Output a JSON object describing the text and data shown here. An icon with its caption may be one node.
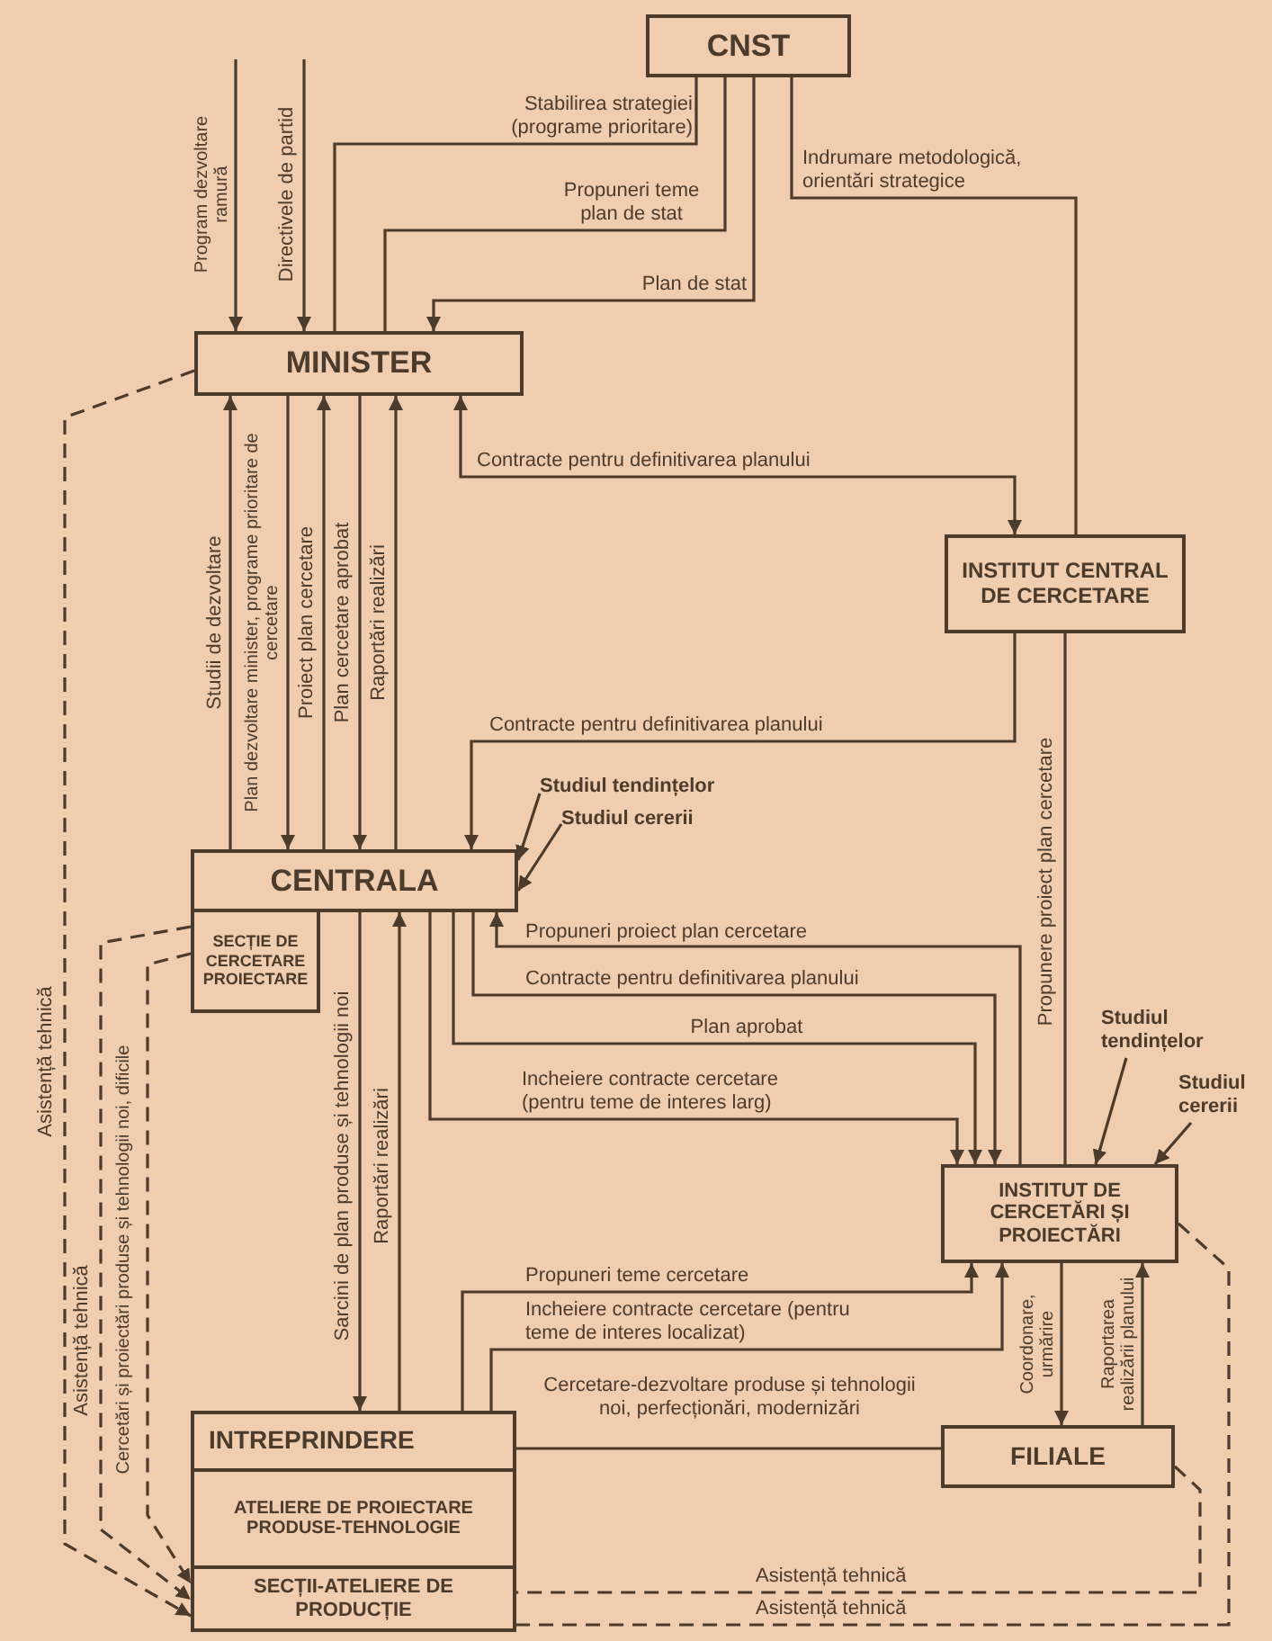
{
  "diagram": {
    "nodes": [
      {
        "text": [
          "CNST"
        ]
      },
      {
        "text": [
          "MINISTER"
        ]
      },
      {
        "text": [
          "INSTITUT CENTRAL DE CERCETARE"
        ]
      },
      {
        "text": [
          "CENTRALA"
        ]
      },
      {
        "text": [
          "SECȚIE DE CERCETARE PROIECTARE"
        ]
      },
      {
        "text": [
          "Studiul tendințelor"
        ]
      },
      {
        "text": [
          "Studiul cererii"
        ]
      },
      {
        "text": [
          "INSTITUT DE CERCETĂRI ȘI PROIECTĂRI"
        ]
      },
      {
        "text": [
          "Studiul tendințelor"
        ]
      },
      {
        "text": [
          "Studiul cererii"
        ]
      },
      {
        "text": [
          "FILIALE"
        ]
      },
      {
        "text": [
          "INTREPRINDERE"
        ]
      },
      {
        "text": [
          "ATELIERE DE PROIECTARE PRODUSE-TEHNOLOGIE"
        ],
        "in": 11
      },
      {
        "text": [
          "SECȚII-ATELIERE DE PRODUCȚIE"
        ],
        "in": 11
      }
    ],
    "edges": [
      {
        "from": 0,
        "to": 1,
        "arrow": "none",
        "label": "Stabilirea strategiei (programe prioritare)"
      },
      {
        "from": 1,
        "to": 0,
        "arrow": "none",
        "label": "Propuneri teme plan de stat"
      },
      {
        "from": 0,
        "to": 1,
        "arrow": "to",
        "label": "Plan de stat"
      },
      {
        "from": 0,
        "to": 2,
        "arrow": "none",
        "label": "Indrumare metodologică, orientări strategice"
      },
      {
        "from": null,
        "to": 1,
        "arrow": "to",
        "label": "Program dezvoltare ramură"
      },
      {
        "from": null,
        "to": 1,
        "arrow": "to",
        "label": "Directivele de partid"
      },
      {
        "from": 3,
        "to": 1,
        "arrow": "to",
        "label": "Studii de dezvoltare"
      },
      {
        "from": 1,
        "to": 3,
        "arrow": "to",
        "label": "Plan dezvoltare minister, programe prioritare de cercetare"
      },
      {
        "from": 3,
        "to": 1,
        "arrow": "to",
        "label": "Proiect plan cercetare"
      },
      {
        "from": 1,
        "to": 3,
        "arrow": "to",
        "label": "Plan cercetare aprobat"
      },
      {
        "from": 3,
        "to": 1,
        "arrow": "to",
        "label": "Raportări realizări"
      },
      {
        "from": 1,
        "to": 2,
        "arrow": "both",
        "label": "Contracte pentru definitivarea planului"
      },
      {
        "from": 2,
        "to": 3,
        "arrow": "to",
        "label": "Contracte pentru definitivarea planului"
      },
      {
        "from": 5,
        "to": 3,
        "arrow": "to"
      },
      {
        "from": 6,
        "to": 3,
        "arrow": "to"
      },
      {
        "from": 2,
        "to": 7,
        "arrow": "none",
        "label": "Propunere proiect plan cercetare"
      },
      {
        "from": 7,
        "to": 3,
        "arrow": "to",
        "label": "Propuneri proiect plan cercetare"
      },
      {
        "from": 3,
        "to": 7,
        "arrow": "to",
        "label": "Contracte pentru definitivarea planului"
      },
      {
        "from": 3,
        "to": 7,
        "arrow": "to",
        "label": "Plan aprobat"
      },
      {
        "from": 3,
        "to": 7,
        "arrow": "to",
        "label": "Incheiere contracte cercetare (pentru teme de interes larg)"
      },
      {
        "from": 8,
        "to": 7,
        "arrow": "to"
      },
      {
        "from": 9,
        "to": 7,
        "arrow": "to"
      },
      {
        "from": 3,
        "to": 11,
        "arrow": "to",
        "label": "Sarcini de plan produse și tehnologii noi"
      },
      {
        "from": 11,
        "to": 3,
        "arrow": "to",
        "label": "Raportări realizări"
      },
      {
        "from": 11,
        "to": 7,
        "arrow": "to",
        "label": "Propuneri teme cercetare"
      },
      {
        "from": 11,
        "to": 7,
        "arrow": "to",
        "label": "Incheiere contracte cercetare (pentru teme de interes localizat)"
      },
      {
        "from": 11,
        "to": 10,
        "arrow": "none",
        "label": "Cercetare-dezvoltare produse și tehnologii noi, perfecționări, modernizări"
      },
      {
        "from": 7,
        "to": 10,
        "arrow": "to",
        "label": "Coordonare, urmărire"
      },
      {
        "from": 10,
        "to": 7,
        "arrow": "to",
        "label": "Raportarea realizării planului"
      },
      {
        "from": 1,
        "to": 13,
        "arrow": "to",
        "style": "dashed",
        "label": "Asistență tehnică"
      },
      {
        "from": 4,
        "to": 13,
        "arrow": "to",
        "style": "dashed",
        "label": "Asistență tehnică"
      },
      {
        "from": 4,
        "to": 13,
        "arrow": "to",
        "style": "dashed",
        "label": "Cercetări și proiectări produse și tehnologii noi, dificile"
      },
      {
        "from": 10,
        "to": 13,
        "arrow": "none",
        "style": "dashed",
        "label": "Asistență tehnică"
      },
      {
        "from": 7,
        "to": 13,
        "arrow": "none",
        "style": "dashed",
        "label": "Asistență tehnică"
      }
    ]
  }
}
